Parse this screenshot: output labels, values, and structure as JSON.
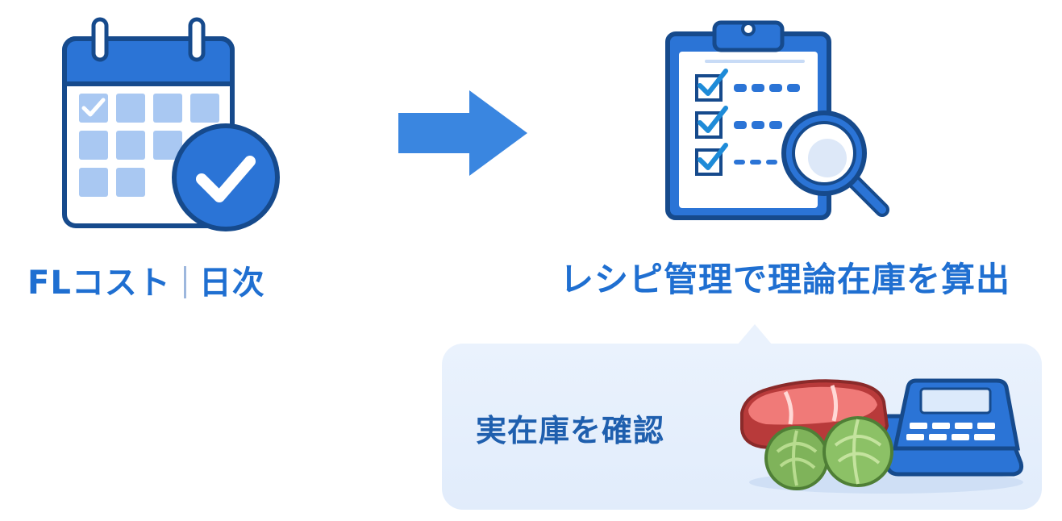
{
  "steps": [
    {
      "label_main": "FLコスト",
      "label_sub": "日次",
      "icon": "calendar-check-icon"
    },
    {
      "label": "レシピ管理で理論在庫を算出",
      "icon": "clipboard-magnifier-icon"
    }
  ],
  "callout": {
    "text": "実在庫を確認",
    "icons": [
      "meat-icon",
      "cabbage-icon",
      "calculator-icon"
    ]
  },
  "colors": {
    "primary": "#1f6fd1",
    "dark_outline": "#164a8c",
    "arrow": "#3a86e0",
    "callout_bg": "#e6effc"
  }
}
